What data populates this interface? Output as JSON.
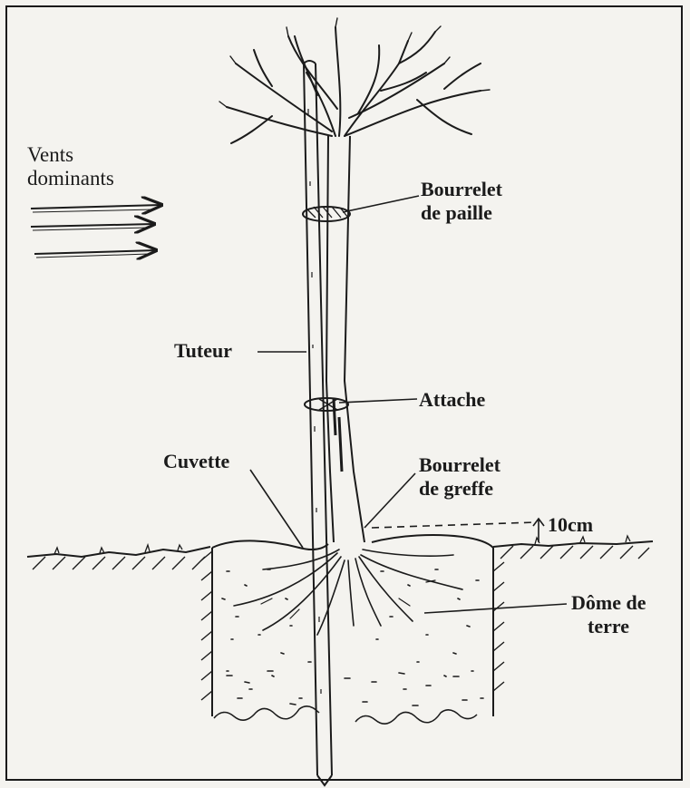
{
  "diagram": {
    "labels": {
      "wind": [
        "Vents",
        "dominants"
      ],
      "straw_collar": [
        "Bourrelet",
        "de paille"
      ],
      "stake": "Tuteur",
      "tie": "Attache",
      "basin": "Cuvette",
      "graft_collar": [
        "Bourrelet",
        "de greffe"
      ],
      "height": "10cm",
      "earth_dome": [
        "Dôme de",
        "terre"
      ]
    },
    "colors": {
      "ink": "#1b1b1b",
      "paper": "#f4f3ef",
      "frame": "#1a1a1a"
    }
  }
}
